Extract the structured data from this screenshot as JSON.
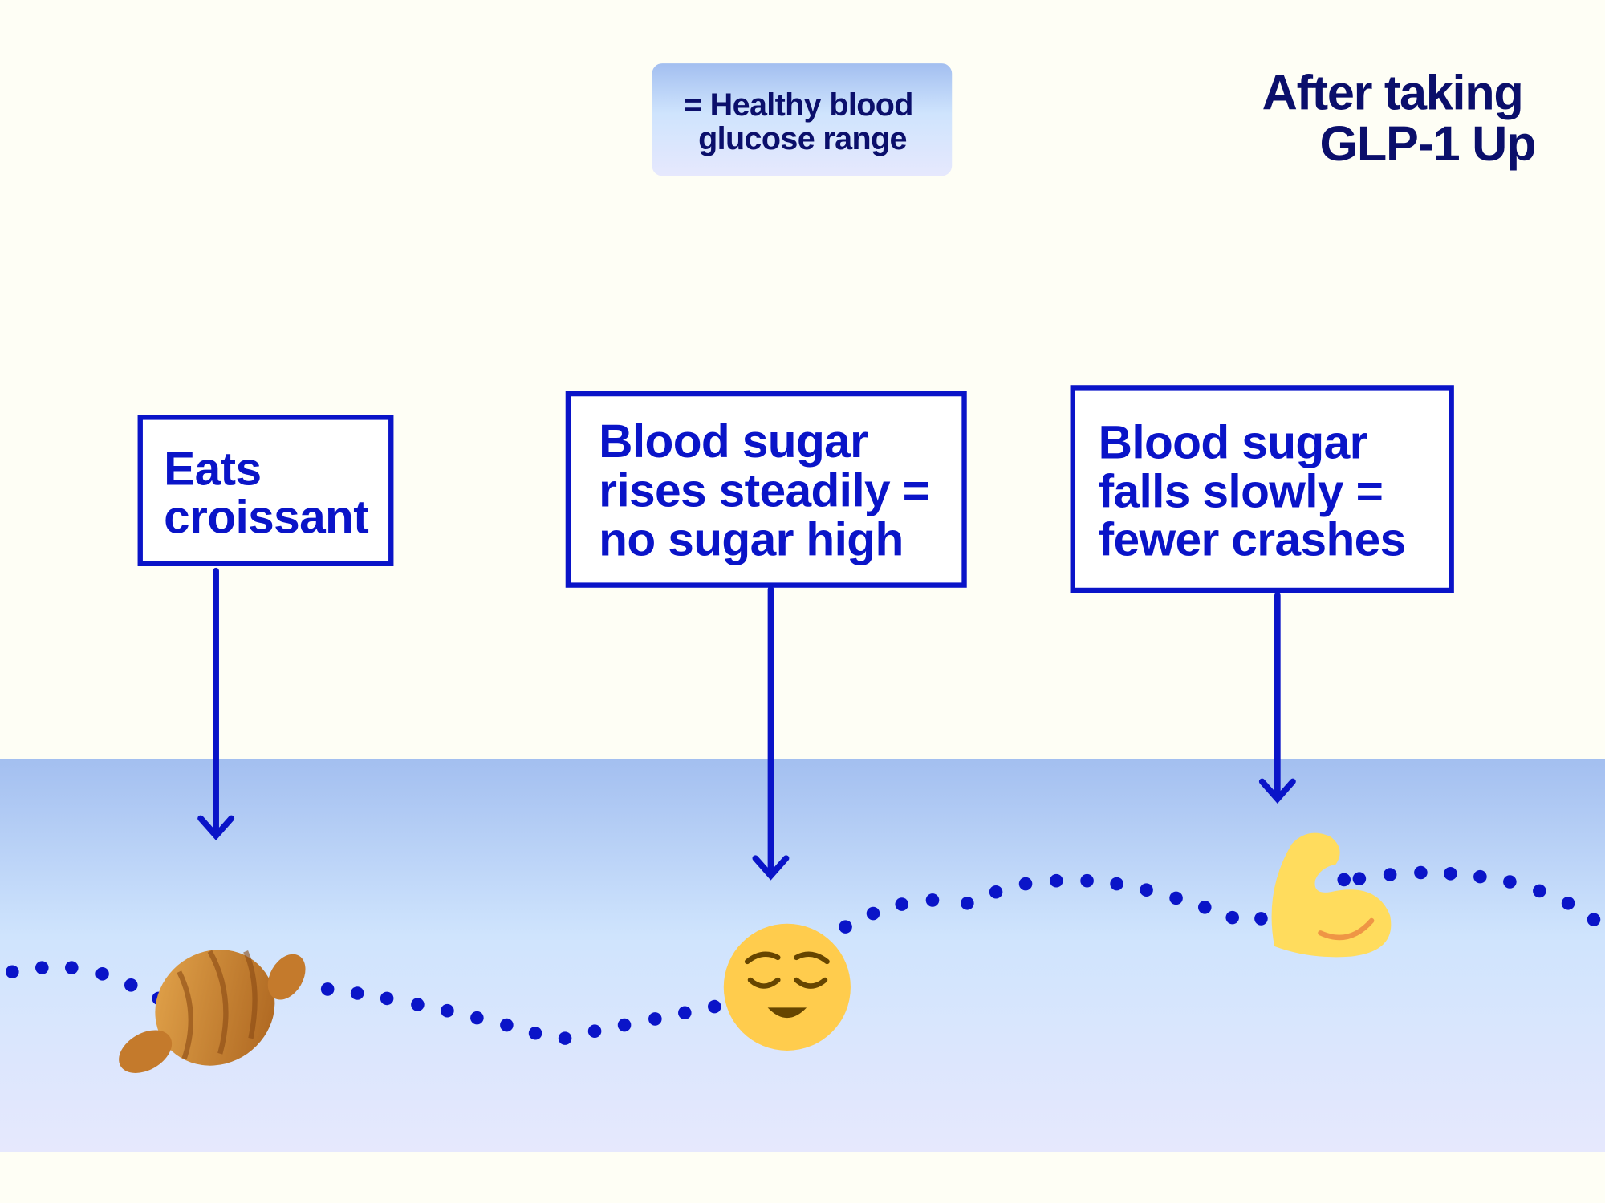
{
  "title": {
    "lines": [
      "After taking",
      "GLP-1 Up"
    ]
  },
  "legend": {
    "lines": [
      "= Healthy blood",
      "glucose range"
    ]
  },
  "callouts": [
    {
      "lines": [
        "Eats",
        "croissant"
      ],
      "icon": "croissant-icon"
    },
    {
      "lines": [
        "Blood sugar",
        "rises steadily =",
        "no sugar high"
      ],
      "icon": "relieved-face-icon"
    },
    {
      "lines": [
        "Blood sugar",
        "falls slowly =",
        "fewer crashes"
      ],
      "icon": "flexed-biceps-icon"
    }
  ],
  "colors": {
    "background": "#fefef5",
    "accent_blue": "#0a14c8",
    "title_navy": "#0b0f6b",
    "range_top": "#a3bff0",
    "range_mid": "#cfe4fd",
    "range_bottom": "#e6e8fd"
  }
}
